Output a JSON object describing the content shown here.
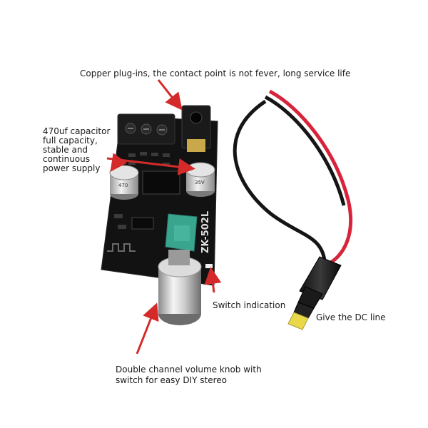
{
  "annotations": {
    "copper_plugins": "Copper plug-ins, the contact point is not fever, long service life",
    "capacitor_lines": [
      "470uf capacitor",
      "full capacity,",
      "stable and",
      "continuous",
      "power supply"
    ],
    "switch_indication": "Switch indication",
    "dc_line": "Give the DC line",
    "knob_lines": [
      "Double channel volume knob with",
      "switch for easy DIY stereo"
    ]
  },
  "board": {
    "model": "ZK-502L",
    "capacitor_value": "470",
    "capacitor_voltage": "35V"
  },
  "colors": {
    "arrow": "#d42a2a",
    "pcb": "#111111",
    "potentiometer": "#3aa58f",
    "wire_red": "#d8243a",
    "wire_black": "#151515",
    "dc_tip": "#e8d84a"
  }
}
